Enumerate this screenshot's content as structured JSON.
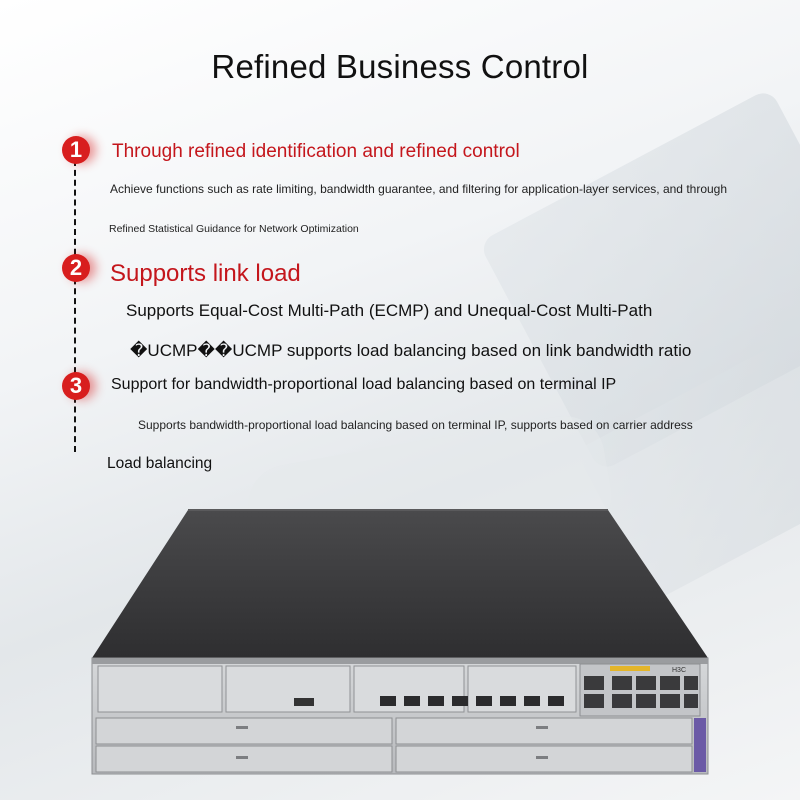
{
  "title": "Refined Business Control",
  "sections": [
    {
      "number": "1",
      "heading": "Through refined identification and refined control",
      "lines": [
        "Achieve functions such as rate limiting, bandwidth guarantee, and filtering for application-layer services, and through",
        "Refined Statistical Guidance for Network Optimization"
      ]
    },
    {
      "number": "2",
      "heading": "Supports link load",
      "lines": [
        "Supports Equal-Cost Multi-Path (ECMP) and Unequal-Cost Multi-Path",
        "�UCMP��UCMP supports load balancing based on link bandwidth ratio"
      ]
    },
    {
      "number": "3",
      "heading": "Support for bandwidth-proportional load balancing based on terminal IP",
      "lines": [
        "Supports bandwidth-proportional load balancing based on terminal IP, supports based on carrier address",
        "Load balancing"
      ]
    }
  ],
  "device": {
    "brand_logo": "H3C"
  },
  "colors": {
    "accent": "#c4161c",
    "badge": "#d81e1e",
    "device_top": "#3a3a3c",
    "device_front": "#c9cbcd"
  }
}
